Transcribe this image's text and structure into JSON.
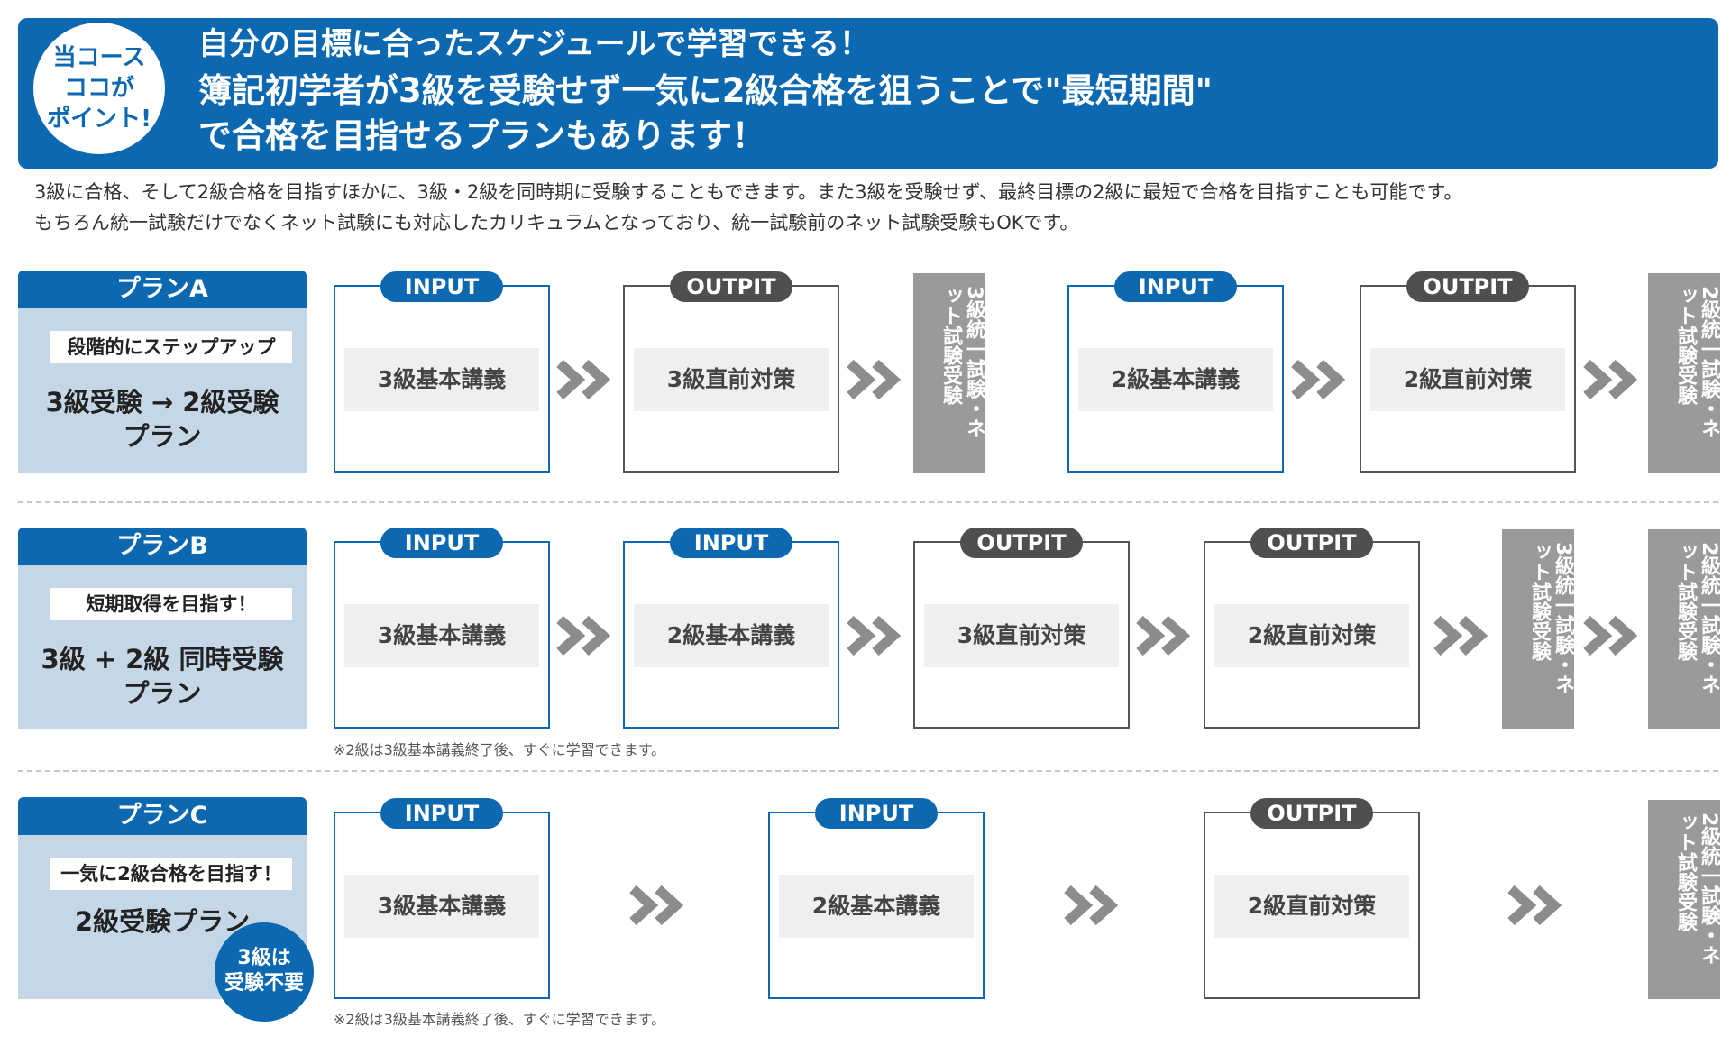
{
  "header": {
    "badge": [
      "当コース",
      "ココが",
      "ポイント!"
    ],
    "line1": "自分の目標に合ったスケジュールで学習できる！",
    "line2": "簿記初学者が3級を受験せず一気に2級合格を狙うことで\"最短期間\"",
    "line3": "で合格を目指せるプランもあります！"
  },
  "intro": {
    "line1": "3級に合格、そして2級合格を目指すほかに、3級・2級を同時期に受験することもできます。また3級を受験せず、最終目標の2級に最短で合格を目指すことも可能です。",
    "line2": "もちろん統一試験だけでなくネット試験にも対応したカリキュラムとなっており、統一試験前のネット試験受験もOKです。"
  },
  "plans": [
    {
      "label": "プランA",
      "tag": "段階的にステップアップ",
      "title_line1": "3級受験 → 2級受験",
      "title_line2": "プラン",
      "steps": [
        {
          "pill": "INPUT",
          "content": "3級基本講義"
        },
        {
          "pill": "OUTPIT",
          "content": "3級直前対策"
        },
        {
          "exam": "3級統一試験・ネット試験受験"
        },
        {
          "pill": "INPUT",
          "content": "2級基本講義"
        },
        {
          "pill": "OUTPIT",
          "content": "2級直前対策"
        },
        {
          "exam": "2級統一試験・ネット試験受験"
        }
      ]
    },
    {
      "label": "プランB",
      "tag": "短期取得を目指す！",
      "title_line1": "3級 + 2級 同時受験",
      "title_line2": "プラン",
      "note": "※2級は3級基本講義終了後、すぐに学習できます。",
      "steps": [
        {
          "pill": "INPUT",
          "content": "3級基本講義"
        },
        {
          "pill": "INPUT",
          "content": "2級基本講義"
        },
        {
          "pill": "OUTPIT",
          "content": "3級直前対策"
        },
        {
          "pill": "OUTPIT",
          "content": "2級直前対策"
        },
        {
          "exam": "3級統一試験・ネット試験受験"
        },
        {
          "exam": "2級統一試験・ネット試験受験"
        }
      ]
    },
    {
      "label": "プランC",
      "tag": "一気に2級合格を目指す！",
      "title_line1": "2級受験プラン",
      "badge": [
        "3級は",
        "受験不要"
      ],
      "note": "※2級は3級基本講義終了後、すぐに学習できます。",
      "steps": [
        {
          "pill": "INPUT",
          "content": "3級基本講義"
        },
        {
          "pill": "INPUT",
          "content": "2級基本講義"
        },
        {
          "pill": "OUTPIT",
          "content": "2級直前対策"
        },
        {
          "exam": "2級統一試験・ネット試験受験"
        }
      ]
    }
  ],
  "colors": {
    "brand_blue": "#0c68b0",
    "panel_blue": "#c5d7e6",
    "output_dark": "#4f4f4f",
    "exam_gray": "#9a9a9a",
    "arrow_gray": "#8c8c8c"
  }
}
